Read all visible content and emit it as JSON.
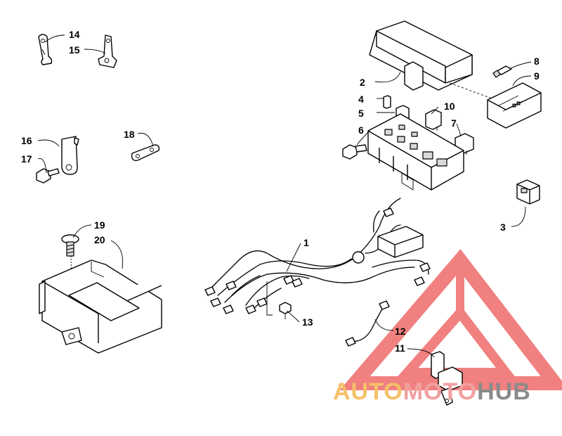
{
  "diagram": {
    "callouts": [
      "1",
      "2",
      "3",
      "4",
      "5",
      "6",
      "7",
      "8",
      "9",
      "10",
      "11",
      "12",
      "13",
      "14",
      "15",
      "16",
      "17",
      "18",
      "19",
      "20"
    ]
  },
  "watermark": {
    "part1": "AUTO",
    "part2": "MOTO",
    "part3": "HUB",
    "colors": {
      "auto": "#f5c16a",
      "moto": "#f2a0a0",
      "hub": "#8a8a8a",
      "triangle": "#ef6b6b"
    }
  }
}
